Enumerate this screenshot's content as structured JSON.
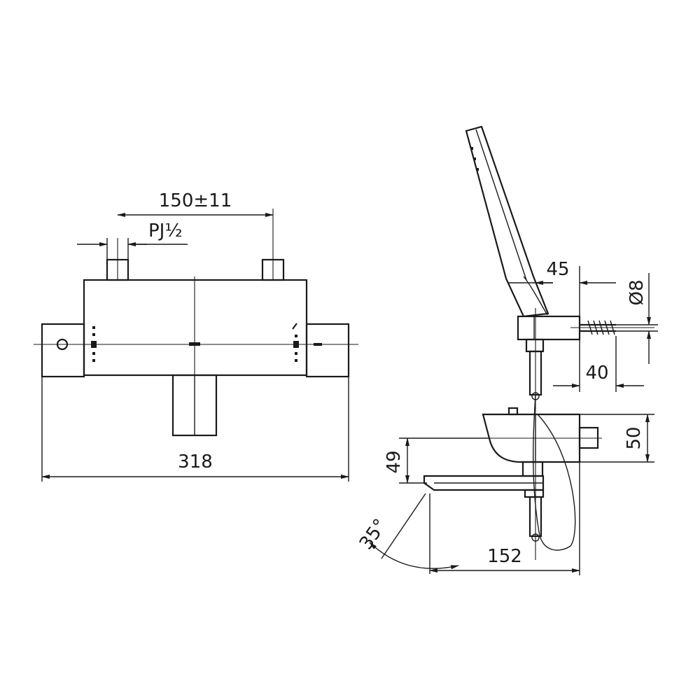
{
  "dimensions": {
    "inlet_spacing": "150±11",
    "inlet_thread": "PJ½",
    "overall_width": "318",
    "wall_to_hose_outlet": "45",
    "hose_diameter": "Ø8",
    "wall_to_holder": "40",
    "body_height": "50",
    "spout_height": "49",
    "spout_angle": "35°",
    "spout_projection": "152"
  },
  "colors": {
    "line": "#1a1a1a",
    "background": "#ffffff"
  }
}
